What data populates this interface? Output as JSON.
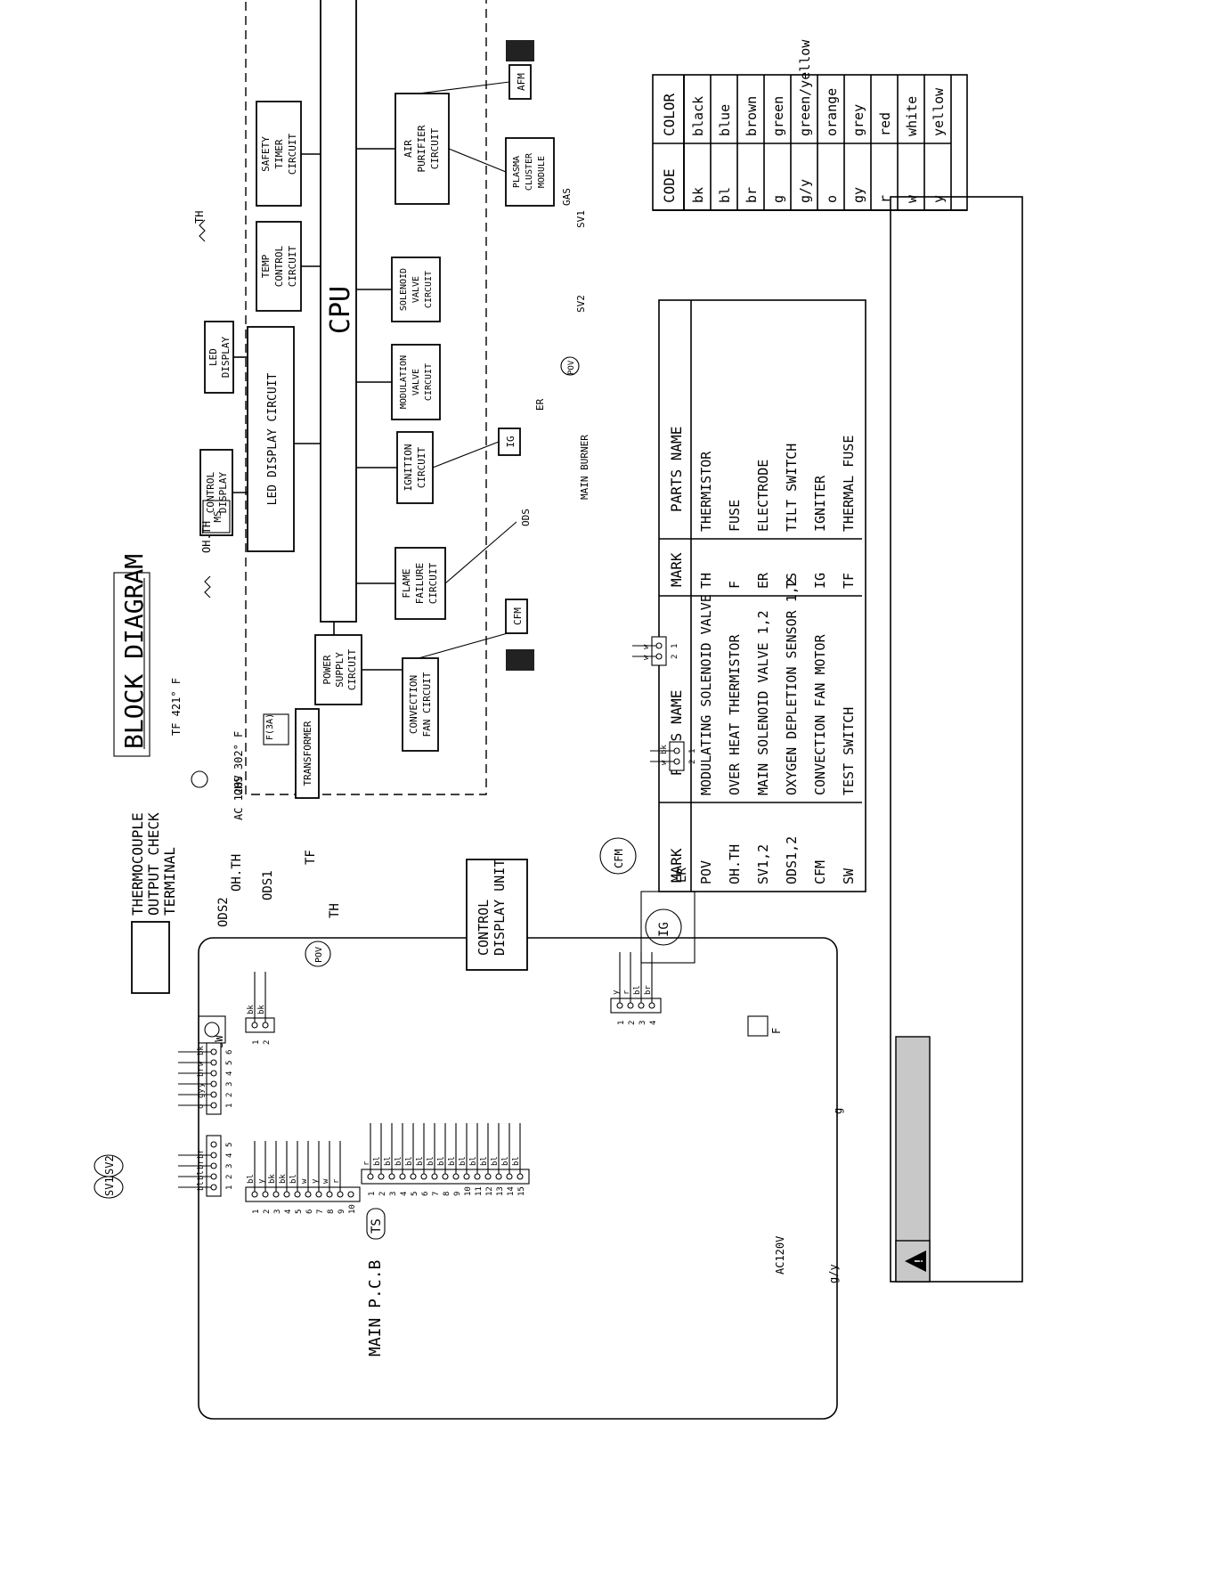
{
  "title": "BLOCK DIAGRAM",
  "block": {
    "blocks": [
      {
        "id": "safety",
        "lines": [
          "SAFETY",
          "TIMER",
          "CIRCUIT"
        ]
      },
      {
        "id": "temp",
        "lines": [
          "TEMP",
          "CONTROL",
          "CIRCUIT"
        ]
      },
      {
        "id": "led_display",
        "lines": [
          "LED",
          "DISPLAY"
        ]
      },
      {
        "id": "control_display",
        "lines": [
          "CONTROL",
          "DISPLAY"
        ]
      },
      {
        "id": "ms",
        "lines": [
          "MS"
        ]
      },
      {
        "id": "led_circuit",
        "lines": [
          "LED DISPLAY CIRCUIT"
        ]
      },
      {
        "id": "cpu",
        "lines": [
          "CPU"
        ]
      },
      {
        "id": "air",
        "lines": [
          "AIR",
          "PURIFIER",
          "CIRCUIT"
        ]
      },
      {
        "id": "plasma",
        "lines": [
          "PLASMA",
          "CLUSTER",
          "MODULE"
        ]
      },
      {
        "id": "afm",
        "lines": [
          "AFM"
        ]
      },
      {
        "id": "solenoid",
        "lines": [
          "SOLENOID",
          "VALVE",
          "CIRCUIT"
        ]
      },
      {
        "id": "modulation",
        "lines": [
          "MODULATION",
          "VALVE",
          "CIRCUIT"
        ]
      },
      {
        "id": "ignition",
        "lines": [
          "IGNITION",
          "CIRCUIT"
        ]
      },
      {
        "id": "flame",
        "lines": [
          "FLAME",
          "FAILURE",
          "CIRCUIT"
        ]
      },
      {
        "id": "power",
        "lines": [
          "POWER",
          "SUPPLY",
          "CIRCUIT"
        ]
      },
      {
        "id": "convection",
        "lines": [
          "CONVECTION",
          "FAN CIRCUIT"
        ]
      },
      {
        "id": "cfm",
        "lines": [
          "CFM"
        ]
      },
      {
        "id": "ig",
        "lines": [
          "IG"
        ]
      },
      {
        "id": "transformer",
        "lines": [
          "TRANSFORMER"
        ]
      }
    ],
    "labels": {
      "th": "TH",
      "oh_th": "OH.TH",
      "tf": "TF 421° F",
      "ohs": "OHS 302° F",
      "fuse": "F(3A)",
      "ac": "AC 120V",
      "gas": "GAS",
      "sv1": "SV1",
      "sv2": "SV2",
      "pov": "POV",
      "er": "ER",
      "ods": "ODS",
      "main_burner": "MAIN BURNER"
    }
  },
  "color_table": {
    "header": {
      "code": "CODE",
      "color": "COLOR"
    },
    "rows": [
      {
        "code": "bk",
        "color": "black"
      },
      {
        "code": "bl",
        "color": "blue"
      },
      {
        "code": "br",
        "color": "brown"
      },
      {
        "code": "g",
        "color": "green"
      },
      {
        "code": "g/y",
        "color": "green/yellow"
      },
      {
        "code": "o",
        "color": "orange"
      },
      {
        "code": "gy",
        "color": "grey"
      },
      {
        "code": "r",
        "color": "red"
      },
      {
        "code": "w",
        "color": "white"
      },
      {
        "code": "y",
        "color": "yellow"
      }
    ]
  },
  "parts_table": {
    "header": {
      "mark": "MARK",
      "name": "PARTS NAME"
    },
    "rows": [
      {
        "mark": "POV",
        "name": "MODULATING SOLENOID VALVE",
        "mark2": "TH",
        "name2": "THERMISTOR"
      },
      {
        "mark": "OH.TH",
        "name": "OVER HEAT THERMISTOR",
        "mark2": "F",
        "name2": "FUSE"
      },
      {
        "mark": "SV1,2",
        "name": "MAIN SOLENOID VALVE 1,2",
        "mark2": "ER",
        "name2": "ELECTRODE"
      },
      {
        "mark": "ODS1,2",
        "name": "OXYGEN DEPLETION SENSOR 1,2",
        "mark2": "TS",
        "name2": "TILT SWITCH"
      },
      {
        "mark": "CFM",
        "name": "CONVECTION FAN MOTOR",
        "mark2": "IG",
        "name2": "IGNITER"
      },
      {
        "mark": "SW",
        "name": "TEST SWITCH",
        "mark2": "TF",
        "name2": "THERMAL FUSE"
      }
    ]
  },
  "wiring": {
    "main_pcb": "MAIN P.C.B",
    "ts": "TS",
    "sw": "SW",
    "thermocouple": [
      "THERMOCOUPLE",
      "OUTPUT CHECK",
      "TERMINAL"
    ],
    "control_display_unit": [
      "CONTROL",
      "DISPLAY UNIT"
    ],
    "ac120v": "AC120V",
    "gy_ground": "g/y",
    "g": "g",
    "f": "F",
    "sv1": "SV1",
    "sv2": "SV2",
    "ods1": "ODS1",
    "ods2": "ODS2",
    "oh_th": "OH.TH",
    "tf": "TF",
    "pov": "POV",
    "th": "TH",
    "cfm": "CFM",
    "ig": "IG",
    "er": "ER",
    "conn_sv": {
      "wires": [
        "bl",
        "bl",
        "br",
        "br"
      ],
      "pins": [
        "1",
        "2",
        "3",
        "4",
        "5"
      ]
    },
    "conn_6": {
      "wires": [
        "o",
        "gy",
        "y",
        "br",
        "w",
        "bk"
      ],
      "pins": [
        "1",
        "2",
        "3",
        "4",
        "5",
        "6"
      ]
    },
    "conn_10": {
      "wires": [
        "bl",
        "y",
        "bk",
        "bk",
        "bl",
        "w",
        "y",
        "w",
        "r"
      ],
      "pins": [
        "1",
        "2",
        "3",
        "4",
        "5",
        "6",
        "7",
        "8",
        "9",
        "10"
      ]
    },
    "conn_2": {
      "wires": [
        "bk",
        "bk"
      ],
      "pins": [
        "1",
        "2"
      ]
    },
    "conn_15": {
      "wires": [
        "r",
        "bl",
        "bl",
        "bl",
        "bl",
        "bl",
        "bl",
        "bl",
        "bl",
        "bl",
        "bl",
        "bl",
        "bl",
        "bl",
        "bl"
      ],
      "pins": [
        "1",
        "2",
        "3",
        "4",
        "5",
        "6",
        "7",
        "8",
        "9",
        "10",
        "11",
        "12",
        "13",
        "14",
        "15"
      ]
    },
    "conn_4": {
      "wires": [
        "y",
        "r",
        "bl",
        "br"
      ],
      "pins": [
        "1",
        "2",
        "3",
        "4"
      ]
    },
    "conn_ig": {
      "wires": [
        "w",
        "w"
      ],
      "pins": [
        "2",
        "1"
      ]
    },
    "conn_ac": {
      "wires": [
        "w",
        "bk"
      ],
      "pins": [
        "2",
        "1"
      ]
    }
  },
  "warning": {
    "text": ""
  }
}
